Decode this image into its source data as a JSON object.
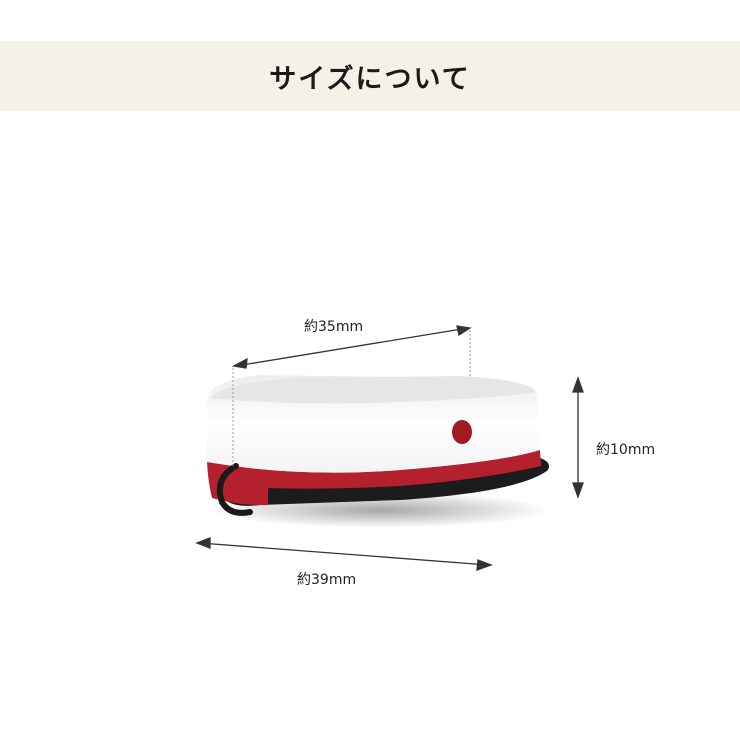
{
  "header": {
    "title": "サイズについて"
  },
  "product": {
    "image_alt": "white cap-shaped accessory with red band and black visor",
    "colors": {
      "body": "#f7f7f7",
      "band": "#b5202e",
      "visor": "#1c1c1c",
      "dot": "#a01a24",
      "banner_bg": "#f4f1e6"
    }
  },
  "dimensions": {
    "top_width": "約35mm",
    "height": "約10mm",
    "bottom_width": "約39mm"
  }
}
